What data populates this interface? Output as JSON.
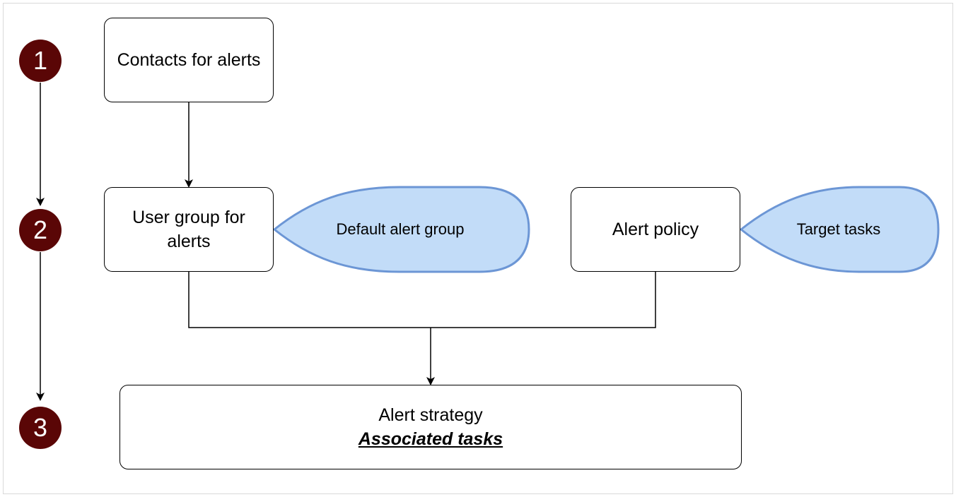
{
  "steps": [
    "1",
    "2",
    "3"
  ],
  "nodes": {
    "contacts": "Contacts for alerts",
    "user_group_line1": "User group for",
    "user_group_line2": "alerts",
    "alert_policy": "Alert policy",
    "strategy_title": "Alert strategy",
    "strategy_sub": "Associated tasks",
    "default_group": "Default alert group",
    "target_tasks": "Target tasks"
  },
  "colors": {
    "step_fill": "#5a0606",
    "bubble_fill": "#c2dcf8",
    "bubble_stroke": "#6c96d5",
    "line": "#000000"
  }
}
